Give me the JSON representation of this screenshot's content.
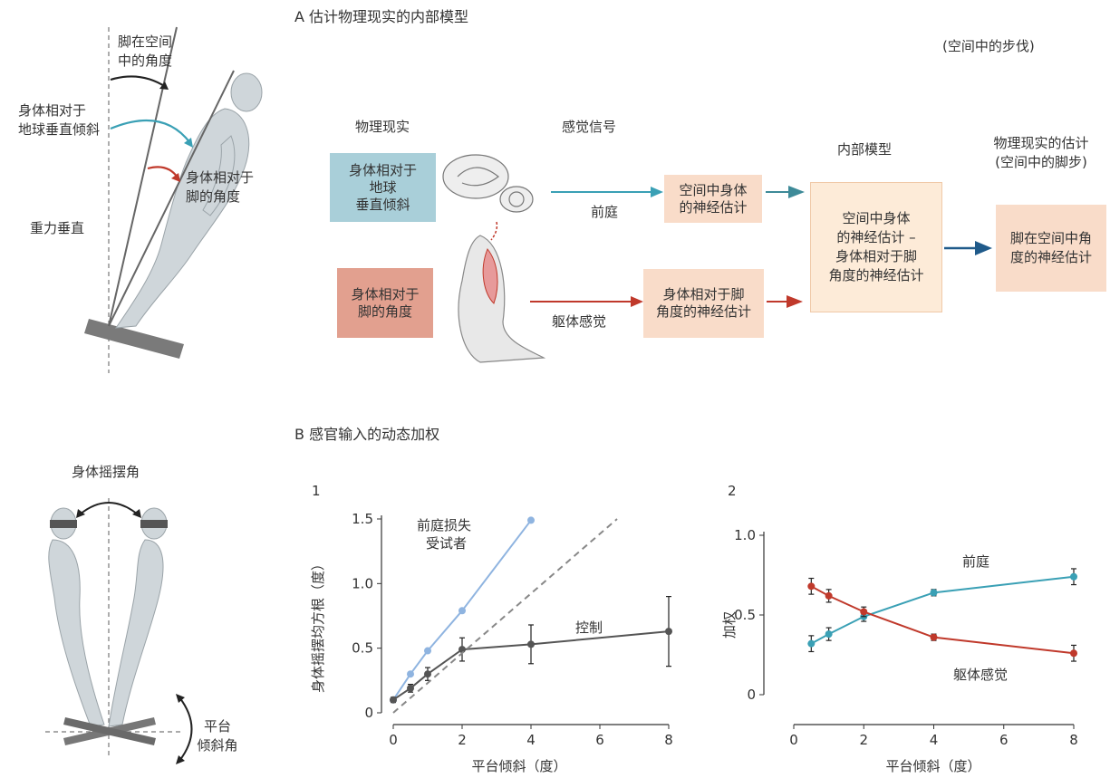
{
  "panelA": {
    "title": "A  估计物理现实的内部模型",
    "subtitle": "(空间中的步伐)",
    "left_labels": {
      "foot_angle": "脚在空间\n中的角度",
      "body_tilt": "身体相对于\n地球垂直倾斜",
      "body_foot": "身体相对于\n脚的角度",
      "gravity": "重力垂直"
    },
    "headers": {
      "physical": "物理现实",
      "sensory": "感觉信号",
      "internal": "内部模型",
      "estimate": "物理现实的估计\n(空间中的脚步)"
    },
    "boxes": {
      "tilt": "身体相对于\n地球\n垂直倾斜",
      "angle": "身体相对于\n脚的角度",
      "neural_body": "空间中身体\n的神经估计",
      "neural_angle": "身体相对于脚\n角度的神经估计",
      "internal_model": "空间中身体\n的神经估计 –\n身体相对于脚\n角度的神经估计",
      "foot_estimate": "脚在空间中角\n度的神经估计"
    },
    "signals": {
      "vestibular": "前庭",
      "somato": "躯体感觉"
    },
    "colors": {
      "blue_box": "#a9cfd9",
      "red_box": "#e2a08f",
      "peach_box": "#f9dcc9",
      "pale_box": "#fdebd8",
      "teal": "#3aa0b5",
      "red": "#c0392b",
      "navy": "#1f5a8a"
    }
  },
  "panelB": {
    "title": "B  感官输入的动态加权",
    "left_labels": {
      "sway": "身体摇摆角",
      "platform": "平台\n倾斜角"
    }
  },
  "chart_data": [
    {
      "type": "line",
      "panel_label": "1",
      "xlabel": "平台倾斜（度）",
      "ylabel": "身体摇摆均方根（度）",
      "xlim": [
        0,
        8
      ],
      "ylim": [
        0,
        1.5
      ],
      "xticks": [
        0,
        2,
        4,
        6,
        8
      ],
      "yticks": [
        0,
        0.5,
        1.0,
        1.5
      ],
      "ytick_labels": [
        "0",
        "0.5",
        "1.0",
        "1.5"
      ],
      "series": [
        {
          "name": "前庭损失\n受试者",
          "color": "#8fb4e0",
          "x": [
            0,
            0.5,
            1,
            2,
            4
          ],
          "y": [
            0.1,
            0.3,
            0.48,
            0.79,
            1.49
          ]
        },
        {
          "name": "控制",
          "color": "#555555",
          "x": [
            0,
            0.5,
            1,
            2,
            4,
            8
          ],
          "y": [
            0.1,
            0.19,
            0.3,
            0.49,
            0.53,
            0.63
          ],
          "err": [
            0.02,
            0.03,
            0.05,
            0.09,
            0.15,
            0.27
          ]
        },
        {
          "name": "",
          "color": "#888888",
          "dashed": true,
          "x": [
            0,
            6.5
          ],
          "y": [
            0,
            1.5
          ]
        }
      ]
    },
    {
      "type": "line",
      "panel_label": "2",
      "xlabel": "平台倾斜（度）",
      "ylabel": "加权",
      "xlim": [
        0,
        8
      ],
      "ylim": [
        0,
        1.0
      ],
      "xticks": [
        0,
        2,
        4,
        6,
        8
      ],
      "yticks": [
        0,
        0.5,
        1.0
      ],
      "ytick_labels": [
        "0",
        "0.5",
        "1.0"
      ],
      "series": [
        {
          "name": "前庭",
          "color": "#3aa0b5",
          "x": [
            0.5,
            1,
            2,
            4,
            8
          ],
          "y": [
            0.32,
            0.38,
            0.49,
            0.64,
            0.74
          ],
          "err": [
            0.05,
            0.04,
            0.03,
            0.02,
            0.05
          ]
        },
        {
          "name": "躯体感觉",
          "color": "#c0392b",
          "x": [
            0.5,
            1,
            2,
            4,
            8
          ],
          "y": [
            0.68,
            0.62,
            0.52,
            0.36,
            0.26
          ],
          "err": [
            0.05,
            0.04,
            0.03,
            0.02,
            0.05
          ]
        }
      ]
    }
  ]
}
